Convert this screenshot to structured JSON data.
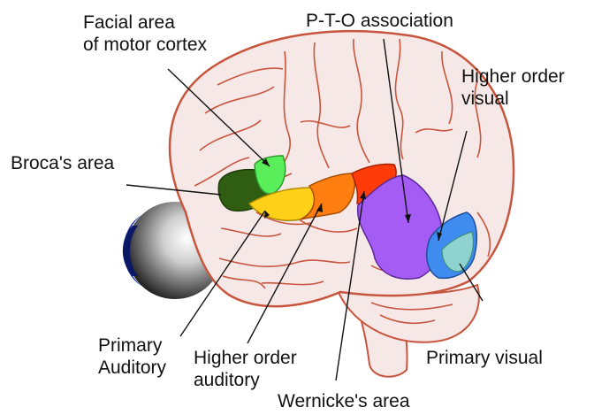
{
  "labels": {
    "facial_area": [
      "Facial area",
      "of motor cortex"
    ],
    "pto": "P-T-O association",
    "higher_order_visual": [
      "Higher order",
      "visual"
    ],
    "broca": "Broca's area",
    "primary_auditory": [
      "Primary",
      "Auditory"
    ],
    "higher_order_auditory": [
      "Higher order",
      "auditory"
    ],
    "primary_visual": "Primary visual",
    "wernicke": "Wernicke's area"
  },
  "colors": {
    "brain_fill": "#f6e8e6",
    "brain_outline": "#c8553e",
    "broca": "#2f5e12",
    "facial": "#59ef5b",
    "primary_auditory": "#ffd219",
    "higher_auditory": "#ff7e10",
    "wernicke": "#ff3b0a",
    "pto": "#a55cf5",
    "higher_visual": "#3e8cf0",
    "primary_visual": "#8ed3cf",
    "eye_blue": "#1a2ea8"
  }
}
